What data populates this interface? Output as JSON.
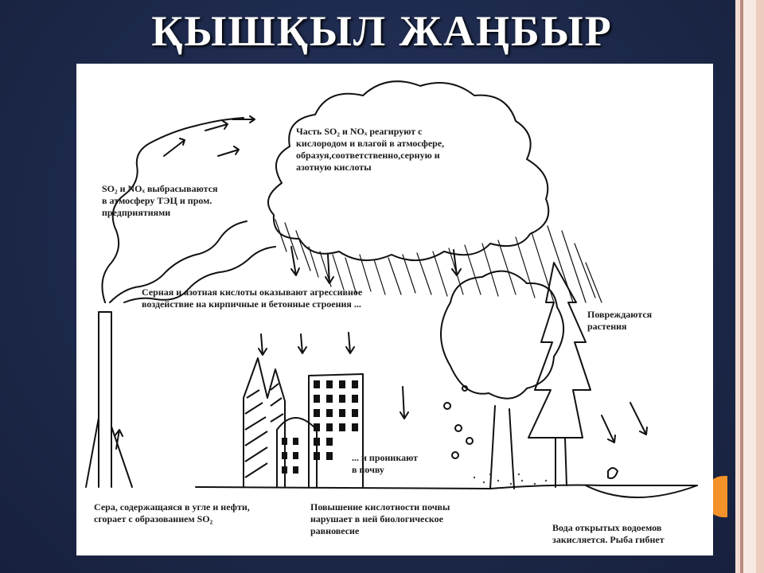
{
  "slide": {
    "title": "ҚЫШҚЫЛ ЖАҢБЫР"
  },
  "diagram": {
    "emissions_label": "SO₂ и NOₓ выбрасываются\nв атмосферу ТЭЦ и пром.\nпредприятиями",
    "cloud_label": "Часть SO₂ и NOₓ реагируют с\nкислородом и влагой в атмосфере,\nобразуя,соответственно,серную и\nазотную кислоты",
    "buildings_label": "Серная и азотная кислоты оказывают агрессивное\nвоздействие на кирпичные и бетонные строения ...",
    "plants_label": "Повреждаются\nрастения",
    "soil_label": "... и проникают\nв почву",
    "sulfur_label": "Сера, содержащаяся в угле и нефти,\nсгорает с образованием SO₂",
    "acidity_label": "Повышение кислотности почвы\nнарушает в ней биологическое\nравновесие",
    "water_label": "Вода открытых водоемов\nзакисляется. Рыба гибнет"
  },
  "colors": {
    "panel_bg": "#1e2a4d",
    "accent": "#f4922a",
    "ink": "#1a1a1a"
  }
}
